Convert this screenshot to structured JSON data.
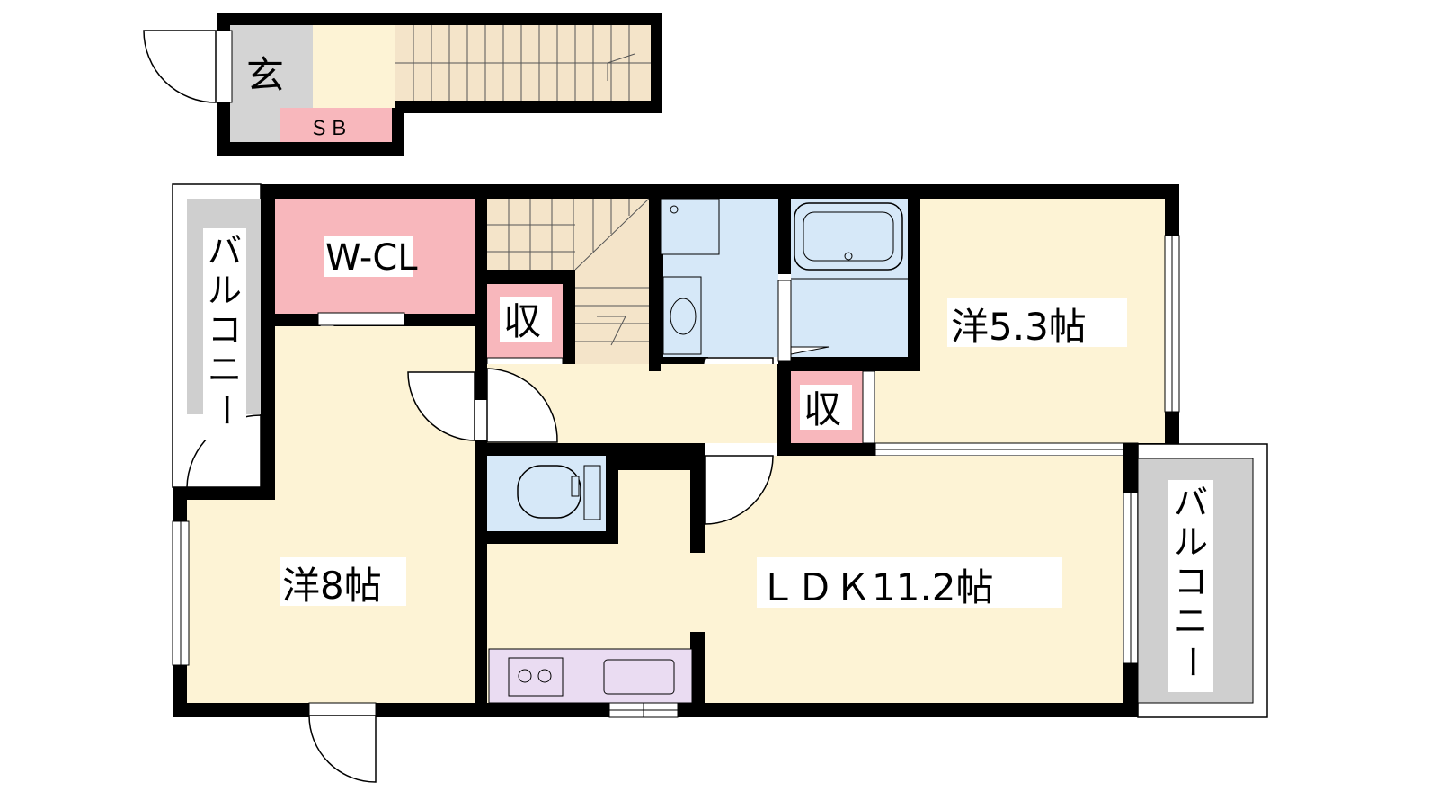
{
  "rooms": {
    "genkan": "玄",
    "shoe_box": "ＳＢ",
    "walk_in_closet": "W-CL",
    "storage_1": "収",
    "storage_2": "収",
    "western_room_small": "洋5.3帖",
    "western_room_large": "洋8帖",
    "ldk": "ＬＤＫ11.2帖"
  },
  "balconies": {
    "left": [
      "バ",
      "ル",
      "コ",
      "ニ",
      "ー"
    ],
    "right": [
      "バ",
      "ル",
      "コ",
      "ニ",
      "ー"
    ]
  },
  "colors": {
    "wall": "#000000",
    "floor": "#fdf3d5",
    "entry": "#d4d4d4",
    "closet": "#f8b7bc",
    "wet_area": "#d6e8f8",
    "kitchen": "#eadcf2",
    "balcony": "#cfcfcf",
    "stairs": "#f4e4c9"
  }
}
